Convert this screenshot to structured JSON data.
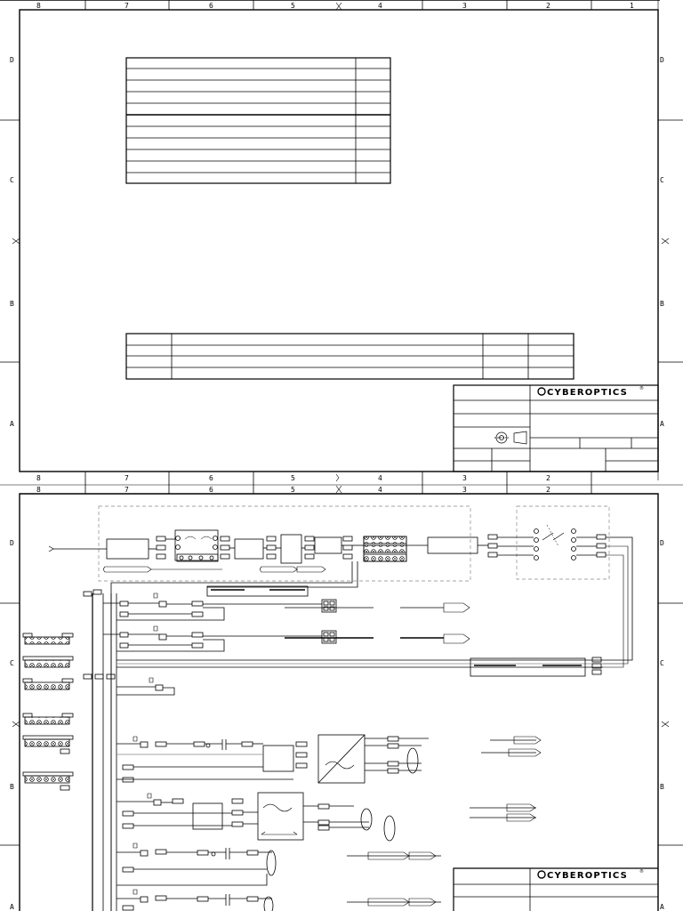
{
  "sheet1": {
    "columns_top": [
      "8",
      "7",
      "6",
      "5",
      "4",
      "3",
      "2",
      "1"
    ],
    "columns_bottom": [
      "8",
      "7",
      "6",
      "5",
      "4",
      "3",
      "2"
    ],
    "rows": [
      "D",
      "C",
      "B",
      "A"
    ],
    "brand": "CYBEROPTICS",
    "brand_mark": "®"
  },
  "sheet2": {
    "columns_top": [
      "8",
      "7",
      "6",
      "5",
      "4",
      "3",
      "2"
    ],
    "rows": [
      "D",
      "C",
      "B",
      "A"
    ],
    "brand": "CYBEROPTICS",
    "brand_mark": "®"
  },
  "colors": {
    "line": "#000000",
    "dashed": "#888888",
    "background": "#ffffff"
  },
  "icons": [
    "third-angle-projection-icon"
  ]
}
